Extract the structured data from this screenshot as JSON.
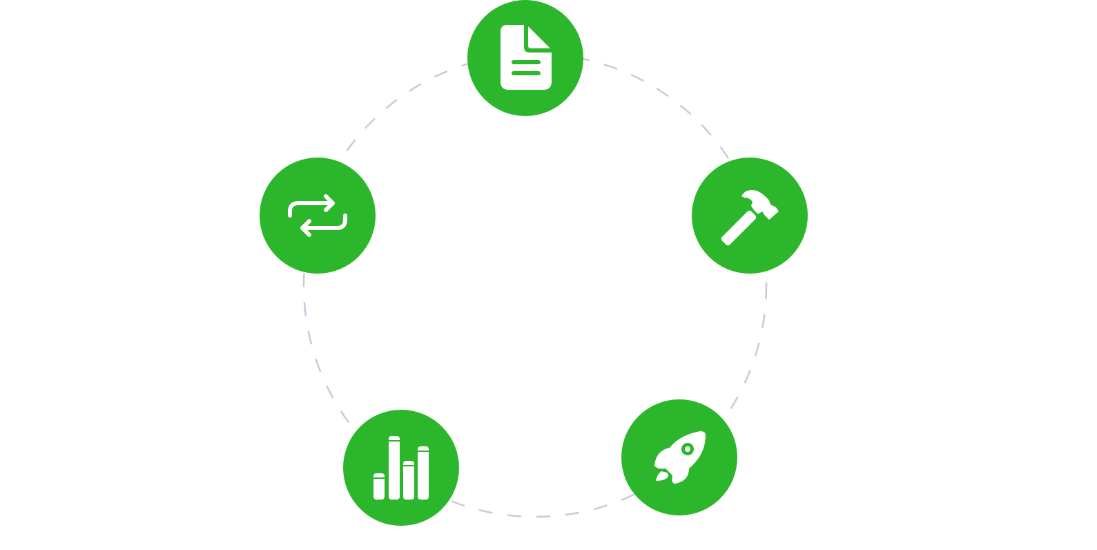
{
  "diagram": {
    "accent_color": "#2bb62b",
    "icon_color": "#ffffff",
    "ring_color": "#c9c9dc",
    "nodes": [
      {
        "id": "document",
        "icon": "document-icon"
      },
      {
        "id": "tools",
        "icon": "hammer-icon"
      },
      {
        "id": "launch",
        "icon": "rocket-icon"
      },
      {
        "id": "analytics",
        "icon": "bar-chart-icon"
      },
      {
        "id": "sync",
        "icon": "swap-arrows-icon"
      }
    ]
  }
}
